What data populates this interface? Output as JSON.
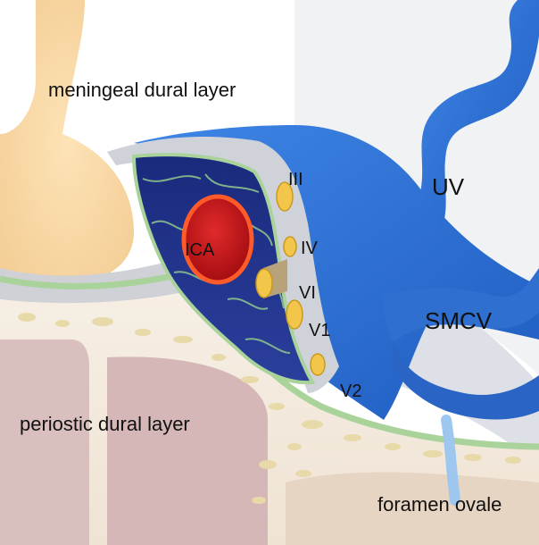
{
  "labels": {
    "meningeal": "meningeal dural layer",
    "periostic": "periostic dural layer",
    "foramen": "foramen ovale",
    "ica": "ICA",
    "uv": "UV",
    "smcv": "SMCV",
    "n3": "III",
    "n4": "IV",
    "n6": "VI",
    "v1": "V1",
    "v2": "V2"
  },
  "colors": {
    "venous_blue": "#2f6fd0",
    "sinus_dark": "#1c2d86",
    "artery_red": "#c8141a",
    "artery_ring": "#ff5a2a",
    "nerve_yellow": "#f2c64a",
    "dura_green": "#a9d39a",
    "bone_cream": "#f3eadf"
  }
}
